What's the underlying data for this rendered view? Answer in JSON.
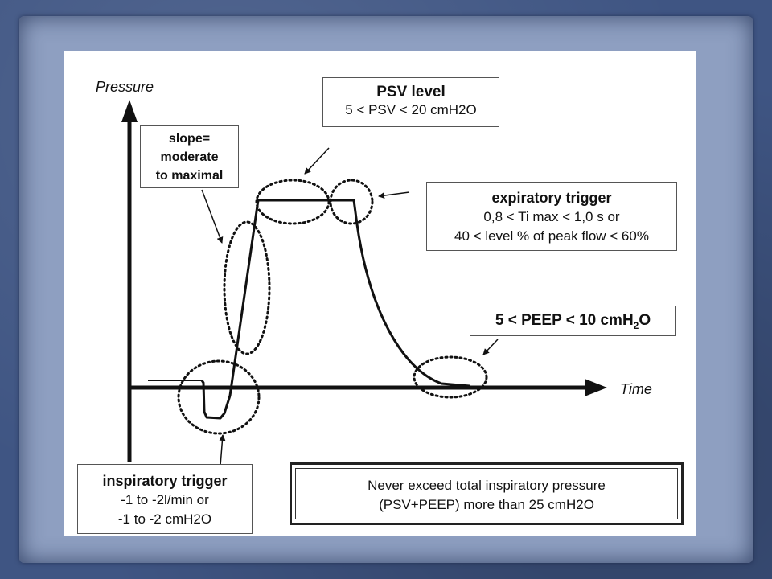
{
  "axes": {
    "y_label": "Pressure",
    "x_label": "Time"
  },
  "psv_box": {
    "title": "PSV level",
    "line": "5 < PSV < 20 cmH2O"
  },
  "slope_box": {
    "line1": "slope=",
    "line2": "moderate",
    "line3": "to maximal"
  },
  "exp_box": {
    "title": "expiratory trigger",
    "line1": "0,8 < Ti max < 1,0 s or",
    "line2": "40 < level % of peak flow < 60%"
  },
  "peep_box": {
    "pre": "5 < PEEP < 10 cmH",
    "sub": "2",
    "post": "O"
  },
  "insp_box": {
    "title": "inspiratory trigger",
    "line1": "-1 to -2l/min or",
    "line2": "-1 to -2 cmH2O"
  },
  "warning_box": {
    "line1": "Never exceed total inspiratory pressure",
    "line2": "(PSV+PEEP) more than 25 cmH2O"
  },
  "colors": {
    "background": "#3f5583",
    "paper": "#8e9fc1",
    "panel": "#ffffff",
    "ink": "#111111"
  }
}
